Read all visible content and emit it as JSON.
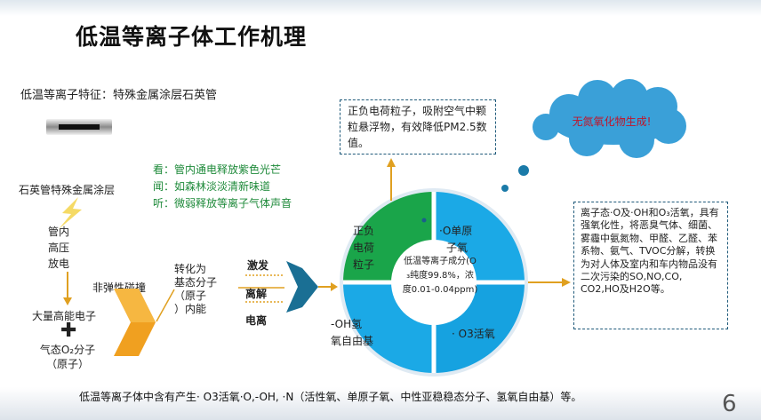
{
  "slide": {
    "title": "低温等离子体工作机理",
    "feature": "低温等离子特征：特殊金属涂层石英管",
    "quartz_label": "石英管特殊金属涂层",
    "senses": [
      "看：管内通电释放紫色光芒",
      "闻：如森林淡淡清新味道",
      "听：微弱释放等离子气体声音"
    ],
    "pipe_label": "管内高压放电",
    "inelastic": "非弹性碰撞",
    "electrons": "大量高能电子",
    "gas_molecule_l1": "气态O₂分子",
    "gas_molecule_l2": "（原子）",
    "transform_l1": "转化为",
    "transform_l2": "基态分子",
    "transform_l3": "（原子",
    "transform_l4": "）内能",
    "excite": "激发",
    "dissociate": "离解",
    "ionize": "电离",
    "box1_text": "正负电荷粒子，吸附空气中颗粒悬浮物，有效降低PM2.5数值。",
    "cloud_text": "无氮氧化物生成!",
    "box2_text": "离子态·O及·OH和O₃活氧，具有强氧化性，将恶臭气体、细菌、雾霾中氨氮物、甲醛、乙醛、苯系物、氨气、TVOC分解，转换为对人体及室内和车内物品没有二次污染的SO,NO,CO, CO2,HO及H2O等。",
    "ring_seg_tl": [
      "正负",
      "电荷",
      "粒子"
    ],
    "ring_seg_tr": [
      "·O单原",
      "子氧"
    ],
    "ring_seg_bl": [
      "-OH氢",
      "氧自由基"
    ],
    "ring_seg_br": "· O3活氧",
    "center_text": [
      "低温等离子成分(O",
      "₃纯度99.8%，浓",
      "度0.01-0.04ppm)"
    ],
    "summary": "低温等离子体中含有产生·  O3活氧·O,-OH,  ·N（活性氧、单原子氧、中性亚稳稳态分子、氢氧自由基）等。",
    "page_number": "6"
  },
  "colors": {
    "ring_green": "#1aa54a",
    "ring_blue": "#18a8e8",
    "arrow_orange": "#e0a020",
    "cloud_blue": "#3aa0d8",
    "cloud_text_red": "#c0152a",
    "box_border": "#1f5a7a"
  },
  "icons": [
    "lightning-icon",
    "plus-icon",
    "chevron-arrow-icon",
    "funnel-arrow-icon",
    "cloud-icon",
    "bubble-icon"
  ]
}
